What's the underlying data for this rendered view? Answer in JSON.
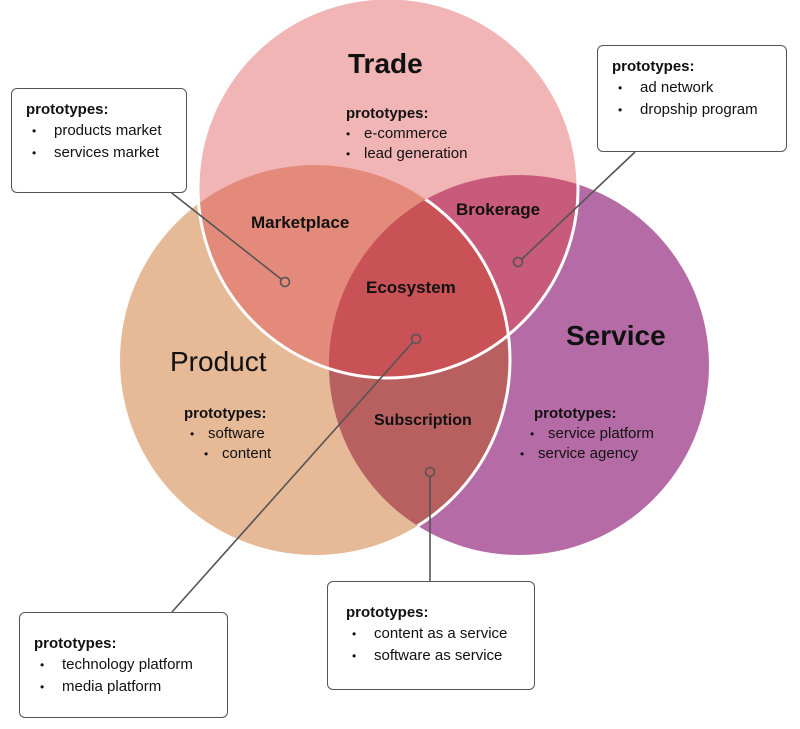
{
  "colors": {
    "trade": "#f2b5b6",
    "product": "#e6b997",
    "service": "#b56ca6",
    "marketplace": "#e38a7a",
    "brokerage": "#c85a7b",
    "subscription": "#b8605f",
    "ecosystem": "#c85256"
  },
  "circles": {
    "trade": "Trade",
    "product": "Product",
    "service": "Service"
  },
  "regions": {
    "marketplace": "Marketplace",
    "brokerage": "Brokerage",
    "ecosystem": "Ecosystem",
    "subscription": "Subscription"
  },
  "trade_inner": {
    "heading": "prototypes:",
    "items": [
      "e-commerce",
      "lead generation"
    ]
  },
  "product_inner": {
    "heading": "prototypes:",
    "items": [
      "software",
      "content"
    ]
  },
  "service_inner": {
    "heading": "prototypes:",
    "items": [
      "service platform",
      "service agency"
    ]
  },
  "callouts": {
    "marketplace": {
      "heading": "prototypes:",
      "items": [
        "products market",
        "services market"
      ]
    },
    "brokerage": {
      "heading": "prototypes:",
      "items": [
        "ad network",
        "dropship program"
      ]
    },
    "ecosystem": {
      "heading": "prototypes:",
      "items": [
        "technology platform",
        "media platform"
      ]
    },
    "subscription": {
      "heading": "prototypes:",
      "items": [
        "content as a service",
        "software as service"
      ]
    }
  }
}
